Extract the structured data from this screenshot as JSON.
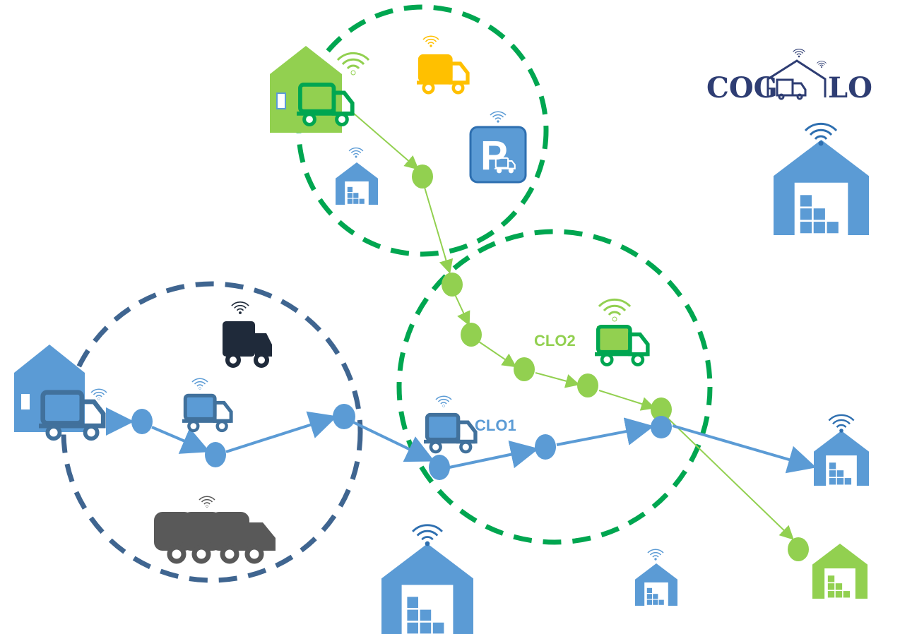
{
  "logo": {
    "left_text": "COG",
    "right_text": "LO"
  },
  "labels": {
    "clo1": "CLO1",
    "clo2": "CLO2"
  },
  "colors": {
    "blue": "#5b9bd5",
    "blue_dark": "#41719c",
    "green": "#92d050",
    "green_dark": "#00a651",
    "green_dashed": "#00a650",
    "navy_dashed": "#3f6590",
    "yellow": "#ffc000",
    "black_truck": "#1f2a3a",
    "grey_truck": "#595959",
    "logo_navy": "#2e3d73"
  },
  "icons": [
    "warehouse-icon",
    "truck-icon",
    "wifi-icon",
    "parking-icon",
    "platoon-trucks-icon"
  ]
}
